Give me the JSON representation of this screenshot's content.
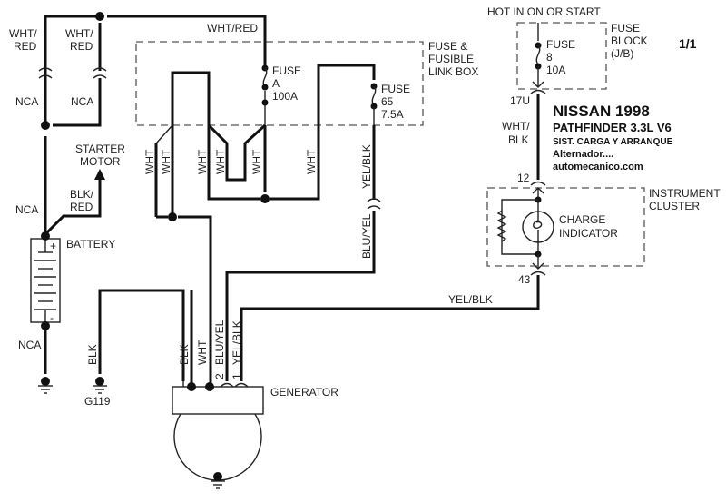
{
  "title": {
    "make_year": "NISSAN 1998",
    "model": "PATHFINDER  3.3L  V6",
    "system": "SIST. CARGA Y ARRANQUE",
    "subject": "Alternador....",
    "site": "automecanico.com",
    "page": "1/1"
  },
  "wire_colors": {
    "wht_red": "WHT/RED",
    "wht_red_left_line1": "WHT/",
    "wht_red_left_line2": "RED",
    "wht": "WHT",
    "yel_blk": "YEL/BLK",
    "blu_yel": "BLU/YEL",
    "blk": "BLK",
    "blk_red_line1": "BLK/",
    "blk_red_line2": "RED",
    "wht_blk_line1": "WHT/",
    "wht_blk_line2": "BLK",
    "nca": "NCA"
  },
  "components": {
    "starter_motor_line1": "STARTER",
    "starter_motor_line2": "MOTOR",
    "battery": "BATTERY",
    "battery_pos": "+",
    "battery_neg": "-",
    "fuse_box_line1": "FUSE &",
    "fuse_box_line2": "FUSIBLE",
    "fuse_box_line3": "LINK BOX",
    "fuse_a": {
      "label": "FUSE",
      "id": "A",
      "rating": "100A"
    },
    "fuse_65": {
      "label": "FUSE",
      "id": "65",
      "rating": "7.5A"
    },
    "fuse_8": {
      "label": "FUSE",
      "id": "8",
      "rating": "10A"
    },
    "fuse_block_line1": "FUSE",
    "fuse_block_line2": "BLOCK",
    "fuse_block_line3": "(J/B)",
    "hot_in": "HOT IN ON OR START",
    "instrument_cluster_line1": "INSTRUMENT",
    "instrument_cluster_line2": "CLUSTER",
    "charge_indicator_line1": "CHARGE",
    "charge_indicator_line2": "INDICATOR",
    "generator": "GENERATOR",
    "ground_g119": "G119"
  },
  "connectors": {
    "c17u": "17U",
    "c12": "12",
    "c43": "43",
    "gen_pin2": "2",
    "gen_pin1": "1"
  }
}
